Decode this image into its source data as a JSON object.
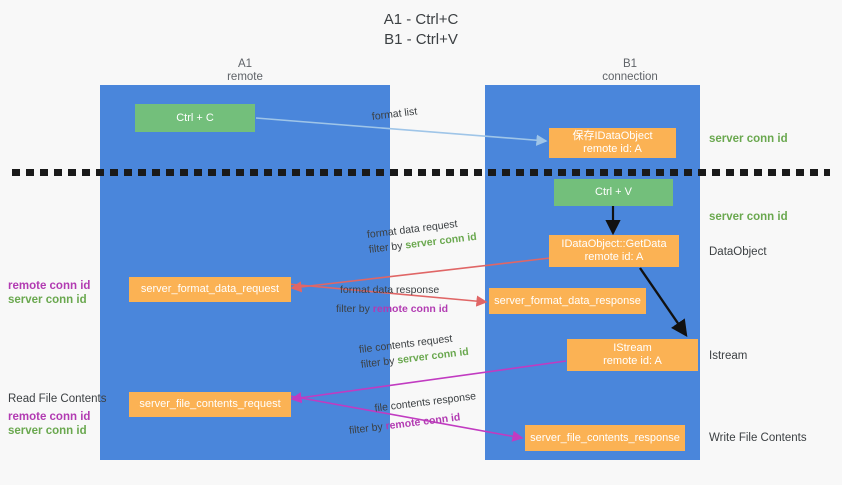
{
  "title": "A1 - Ctrl+C\nB1 - Ctrl+V",
  "columns": [
    {
      "name": "A1",
      "role": "remote"
    },
    {
      "name": "B1",
      "role": "connection"
    }
  ],
  "colors": {
    "lane": "#4a86db",
    "green_node": "#73bf7b",
    "orange_node": "#fbb254",
    "server_conn_id": "#6aa84f",
    "remote_conn_id": "#b23bb2",
    "background": "#f8f8f8",
    "arrow_format": "#e06666",
    "arrow_file": "#c13bc1",
    "arrow_formatlist": "#9fc5e8",
    "arrow_internal": "#000000"
  },
  "nodes": {
    "ctrl_c": {
      "label": "Ctrl + C"
    },
    "ctrl_v": {
      "label": "Ctrl + V"
    },
    "save_idataobject": {
      "line1": "保存IDataObject",
      "line2": "remote id: A"
    },
    "getdata": {
      "line1": "IDataObject::GetData",
      "line2": "remote id: A"
    },
    "istream": {
      "line1": "IStream",
      "line2": "remote id: A"
    },
    "server_format_data_request": {
      "label": "server_format_data_request"
    },
    "server_format_data_response": {
      "label": "server_format_data_response"
    },
    "server_file_contents_request": {
      "label": "server_file_contents_request"
    },
    "server_file_contents_response": {
      "label": "server_file_contents_response"
    }
  },
  "right_annotations": {
    "server_conn_id_top": "server conn id",
    "server_conn_id_mid": "server conn id",
    "dataobject": "DataObject",
    "istream": "Istream",
    "write_file_contents": "Write File Contents"
  },
  "left_annotations": {
    "remote_conn_id_1": "remote conn id",
    "server_conn_id_1": "server conn id",
    "read_file_contents": "Read File Contents",
    "remote_conn_id_2": "remote conn id",
    "server_conn_id_2": "server conn id"
  },
  "edges": {
    "format_list": {
      "label": "format list"
    },
    "format_data_request": {
      "line1": "format data request",
      "filter_prefix": "filter by ",
      "filter_value": "server conn id"
    },
    "format_data_response": {
      "line1": "format data response",
      "filter_prefix": "filter by ",
      "filter_value": "remote conn id"
    },
    "file_contents_request": {
      "line1": "file contents request",
      "filter_prefix": "filter by ",
      "filter_value": "server conn id"
    },
    "file_contents_response": {
      "line1": "file contents response",
      "filter_prefix": "filter by ",
      "filter_value": "remote conn id"
    }
  }
}
